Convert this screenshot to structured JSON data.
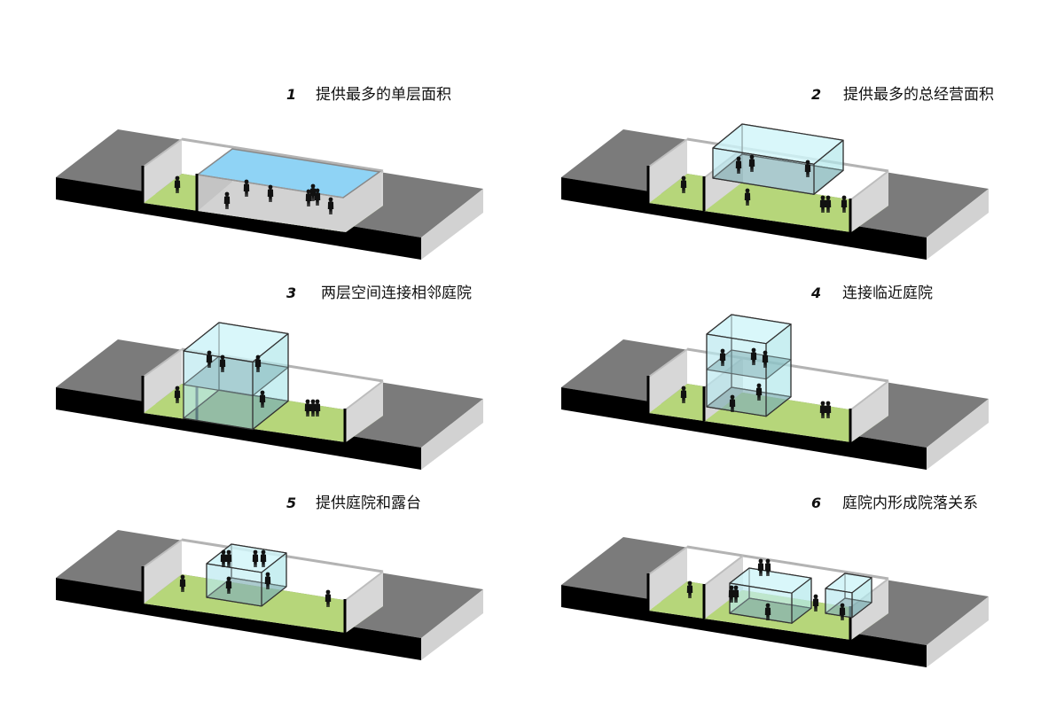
{
  "panels": [
    {
      "number": "1",
      "title": "提供最多的单层面积",
      "variant": "single-storey-room"
    },
    {
      "number": "2",
      "title": "提供最多的总经营面积",
      "variant": "floating-box"
    },
    {
      "number": "3",
      "title": "两层空间连接相邻庭院",
      "variant": "two-storey-box"
    },
    {
      "number": "4",
      "title": "连接临近庭院",
      "variant": "two-storey-tower"
    },
    {
      "number": "5",
      "title": "提供庭院和露台",
      "variant": "terrace-box"
    },
    {
      "number": "6",
      "title": "庭院内形成院落关系",
      "variant": "two-boxes"
    }
  ],
  "colors": {
    "slab_top": "#7b7b7b",
    "slab_front": "#000000",
    "slab_side": "#d2d2d2",
    "courtyard_floor": "#b6d67a",
    "wall": "#d7d7d7",
    "roof_blue": "#8fd3f5",
    "glass": "#bfeef2"
  }
}
